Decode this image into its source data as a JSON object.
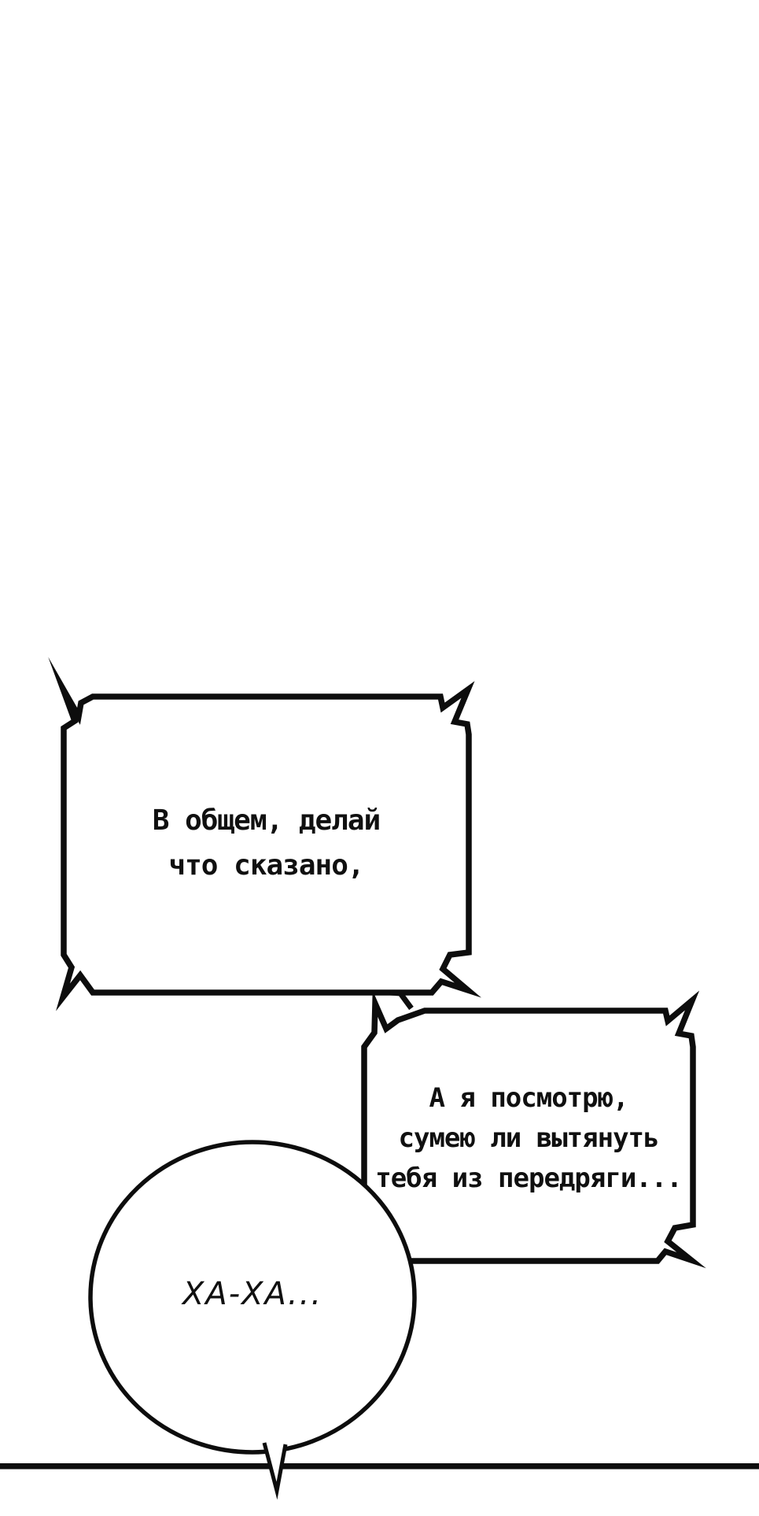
{
  "page": {
    "background_color": "#ffffff",
    "ink_color": "#0d0d0d",
    "kind": "comic-panel"
  },
  "bubbles": {
    "top": {
      "shape": "jagged-rectangle",
      "line1": "В общем, делай",
      "line2": "что сказано,"
    },
    "middle": {
      "shape": "jagged-rectangle",
      "line1": "А я посмотрю,",
      "line2": "сумею ли вытянуть",
      "line3": "тебя из передряги..."
    },
    "laugh": {
      "shape": "circle",
      "text": "ХА-ХА..."
    }
  }
}
